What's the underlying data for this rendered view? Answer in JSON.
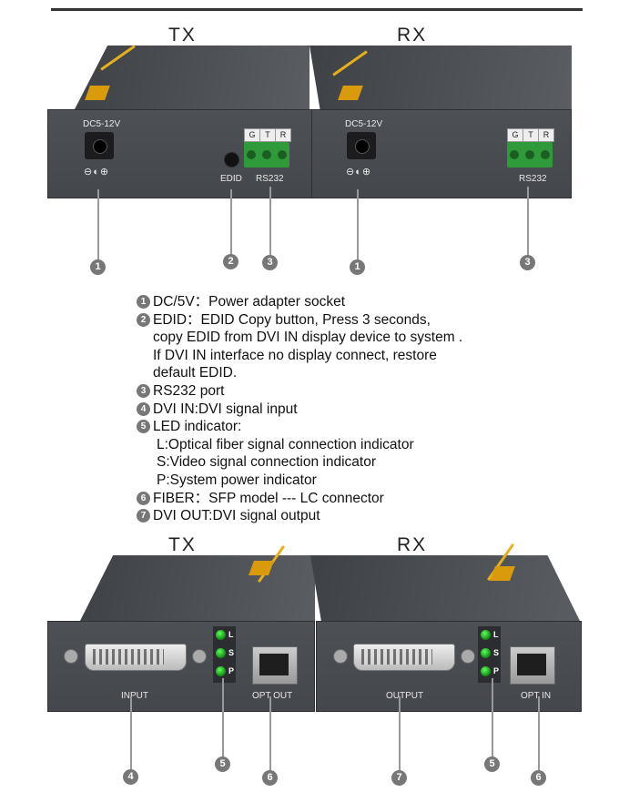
{
  "headers": {
    "tx_top": "TX",
    "rx_top": "RX",
    "tx_bottom": "TX",
    "rx_bottom": "RX"
  },
  "panel_labels": {
    "dc": "DC5-12V",
    "edid": "EDID",
    "rs232": "RS232",
    "gtr": [
      "G",
      "T",
      "R"
    ],
    "input": "INPUT",
    "opt_out": "OPT OUT",
    "output": "OUTPUT",
    "opt_in": "OPT IN",
    "leds": [
      "L",
      "S",
      "P"
    ]
  },
  "callouts": {
    "c1a": "1",
    "c2": "2",
    "c3a": "3",
    "c1b": "1",
    "c3b": "3",
    "c4": "4",
    "c5a": "5",
    "c6a": "6",
    "c7": "7",
    "c5b": "5",
    "c6b": "6"
  },
  "legend": [
    {
      "n": "1",
      "text": "DC/5V：Power adapter socket"
    },
    {
      "n": "2",
      "text": "EDID：EDID Copy button, Press 3 seconds,"
    },
    {
      "n": "",
      "text": "copy EDID from DVI IN display device to system ."
    },
    {
      "n": "",
      "text": "If DVI IN interface no display connect, restore"
    },
    {
      "n": "",
      "text": "default EDID."
    },
    {
      "n": "3",
      "text": "RS232 port"
    },
    {
      "n": "4",
      "text": "DVI IN:DVI signal input"
    },
    {
      "n": "5",
      "text": "LED indicator:"
    },
    {
      "n": "",
      "text": "L:Optical fiber signal connection indicator"
    },
    {
      "n": "",
      "text": "S:Video signal connection indicator"
    },
    {
      "n": "",
      "text": "P:System power indicator"
    },
    {
      "n": "6",
      "text": "FIBER：SFP model --- LC connector"
    },
    {
      "n": "7",
      "text": "DVI OUT:DVI signal output"
    }
  ]
}
